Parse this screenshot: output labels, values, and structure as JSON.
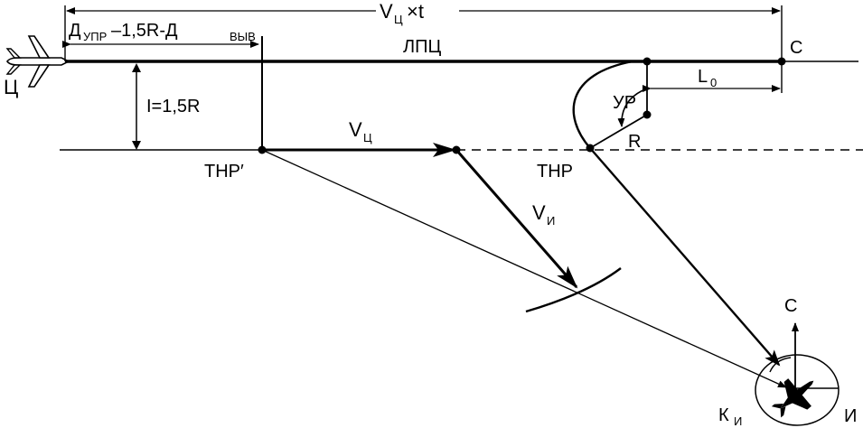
{
  "labels": {
    "vc_t": "V",
    "vc_t_sub": "Ц",
    "vc_t_tail": "×t",
    "d_formula_a": "Д",
    "d_formula_a_sub": "УПР",
    "d_formula_mid": "–1,5R-Д",
    "d_formula_b_sub": "ВЫВ",
    "lpc": "ЛПЦ",
    "c_top": "С",
    "c_left": "Ц",
    "i_formula": "I=1,5R",
    "l0": "L",
    "l0_sub": "0",
    "ur": "УР",
    "r": "R",
    "thr_prime": "ТНР′",
    "thr": "ТНР",
    "vc": "V",
    "vc_sub": "Ц",
    "vi": "V",
    "vi_sub": "И",
    "c_compass": "С",
    "ki": "К",
    "ki_sub": "И",
    "i_fighter": "И"
  }
}
